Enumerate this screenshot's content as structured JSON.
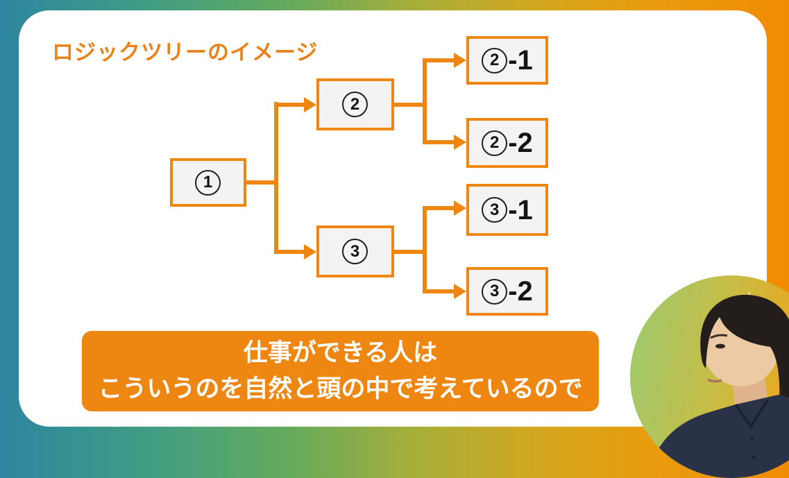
{
  "slide": {
    "title": "ロジックツリーのイメージ"
  },
  "tree": {
    "type": "logic-tree",
    "nodes": [
      {
        "id": "1",
        "num": "1",
        "suffix": ""
      },
      {
        "id": "2",
        "num": "2",
        "suffix": ""
      },
      {
        "id": "3",
        "num": "3",
        "suffix": ""
      },
      {
        "id": "2-1",
        "num": "2",
        "suffix": "-1"
      },
      {
        "id": "2-2",
        "num": "2",
        "suffix": "-2"
      },
      {
        "id": "3-1",
        "num": "3",
        "suffix": "-1"
      },
      {
        "id": "3-2",
        "num": "3",
        "suffix": "-2"
      }
    ],
    "edges": [
      [
        "1",
        "2"
      ],
      [
        "1",
        "3"
      ],
      [
        "2",
        "2-1"
      ],
      [
        "2",
        "2-2"
      ],
      [
        "3",
        "3-1"
      ],
      [
        "3",
        "3-2"
      ]
    ]
  },
  "caption": {
    "line1": "仕事ができる人は",
    "line2": "こういうのを自然と頭の中で考えているので"
  },
  "presenter": {
    "icon": "man-in-dark-polo-portrait"
  },
  "colors": {
    "accent_orange": "#ed8712",
    "title_orange": "#e8831c",
    "node_fill": "#f4f3f1",
    "node_text": "#141414",
    "caption_text": "#ffffff",
    "frame_gradient_left": "#2d86a0",
    "frame_gradient_mid": "#63aa5e",
    "frame_gradient_right": "#f08c03",
    "slide_background": "#ffffff"
  }
}
